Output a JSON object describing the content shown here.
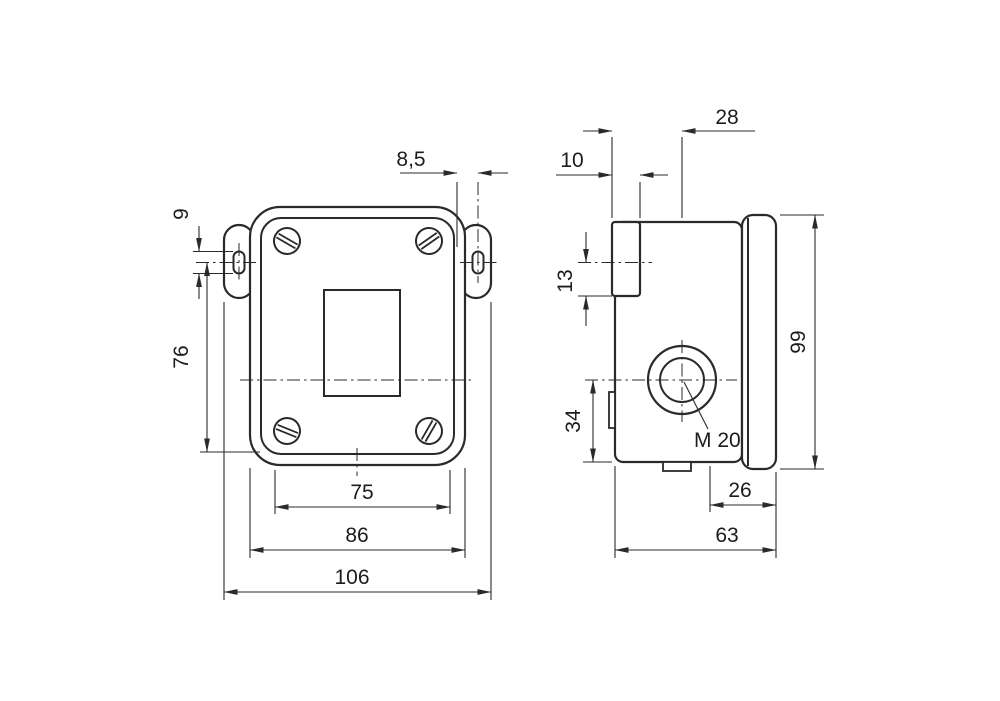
{
  "colors": {
    "line": "#2a2a2a",
    "text": "#1c1c1c",
    "background": "#ffffff"
  },
  "front_view": {
    "dims": {
      "d85": "8,5",
      "d9": "9",
      "d76": "76",
      "d75": "75",
      "d86": "86",
      "d106": "106"
    }
  },
  "side_view": {
    "dims": {
      "d28": "28",
      "d10": "10",
      "d13": "13",
      "d99": "99",
      "d34": "34",
      "m20": "M 20",
      "d26": "26",
      "d63": "63"
    }
  }
}
